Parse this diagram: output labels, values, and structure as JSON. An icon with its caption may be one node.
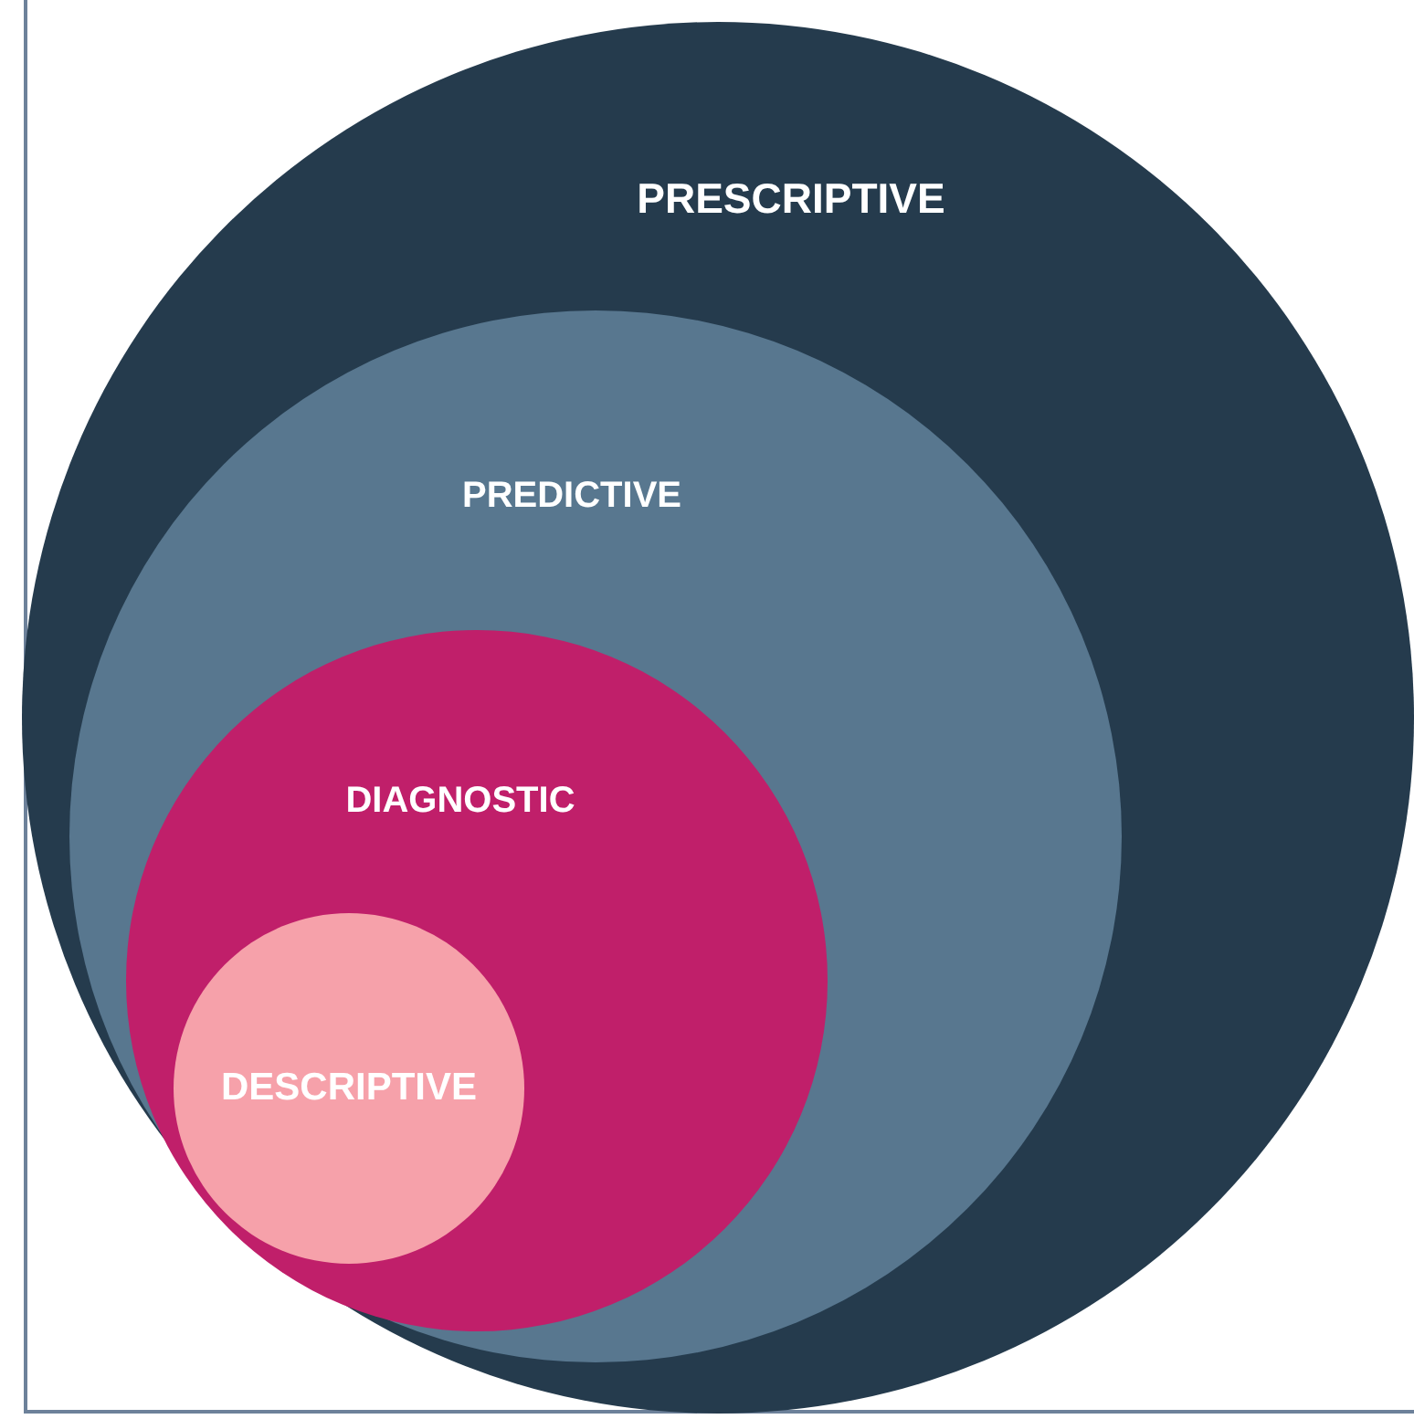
{
  "diagram": {
    "nodes": [
      {
        "text": [
          "PRESCRIPTIVE"
        ]
      },
      {
        "text": [
          "PREDICTIVE"
        ],
        "in": 0
      },
      {
        "text": [
          "DIAGNOSTIC"
        ],
        "in": 1
      },
      {
        "text": [
          "DESCRIPTIVE"
        ],
        "in": 2
      }
    ]
  }
}
